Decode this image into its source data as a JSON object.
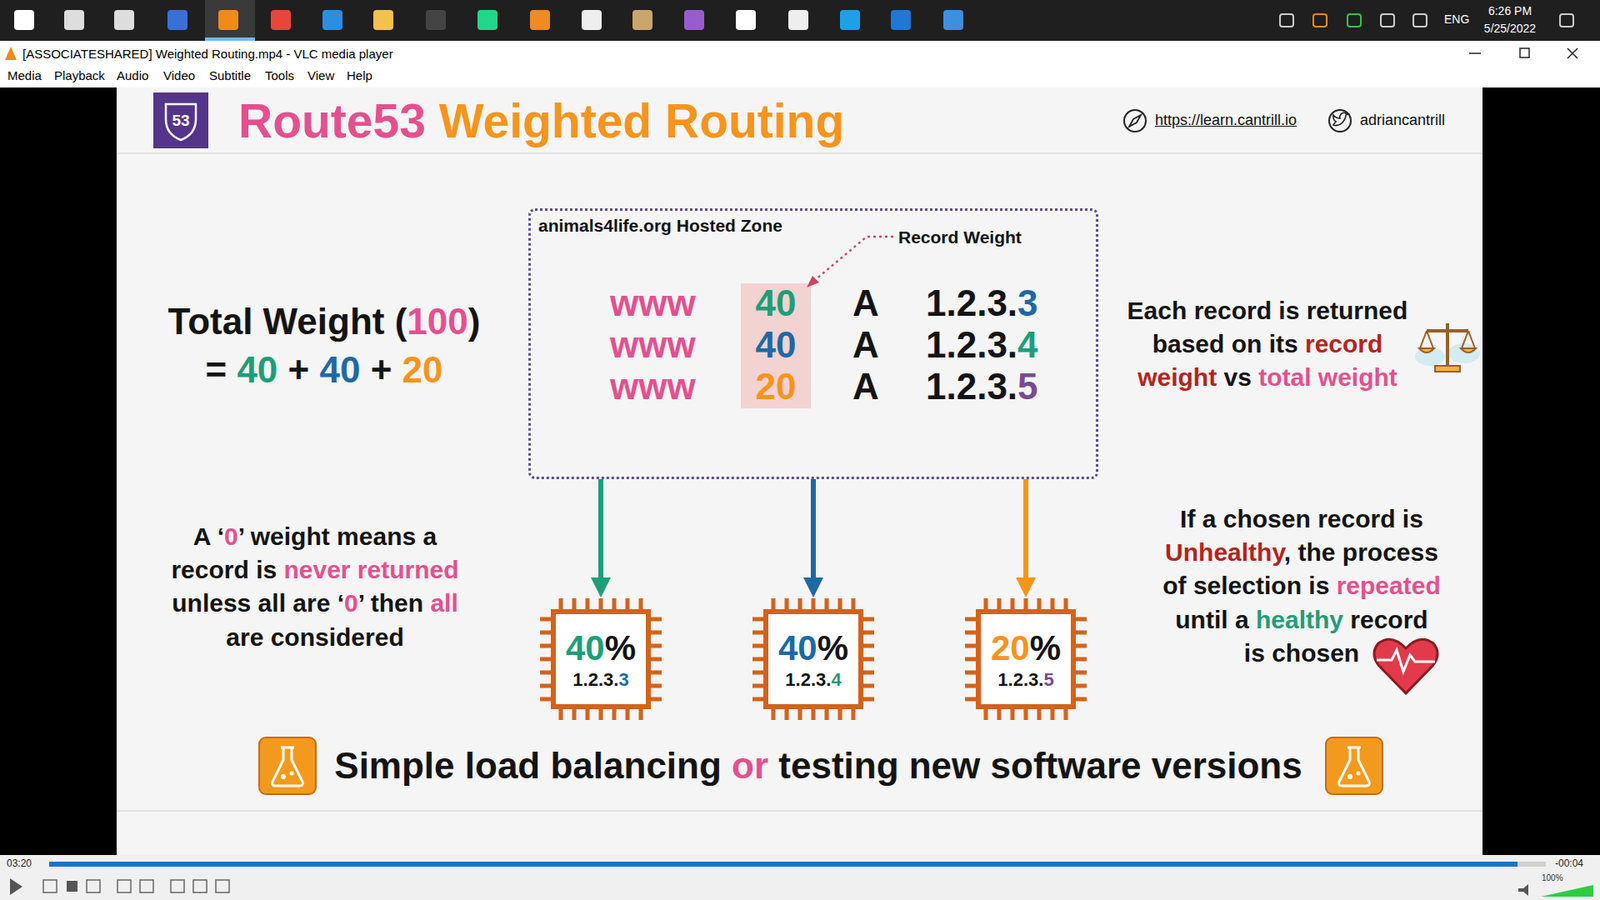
{
  "diagram": {
    "title": "Route53 Weighted Routing",
    "nodes": [
      {
        "text": [
          "animals4life.org Hosted Zone"
        ]
      },
      {
        "text": [
          "40%",
          "1.2.3.3"
        ]
      },
      {
        "text": [
          "40%",
          "1.2.3.4"
        ]
      },
      {
        "text": [
          "20%",
          "1.2.3.5"
        ]
      }
    ],
    "edges": [
      {
        "from": 0,
        "to": 1,
        "arrow": "to"
      },
      {
        "from": 0,
        "to": 2,
        "arrow": "to"
      },
      {
        "from": 0,
        "to": 3,
        "arrow": "to"
      }
    ],
    "labels": [
      "[ASSOCIATESHARED] Weighted Routing.mp4 - VLC media player",
      "Media",
      "Playback",
      "Audio",
      "Video",
      "Subtitle",
      "Tools",
      "View",
      "Help",
      "ENG",
      "6:26 PM",
      "5/25/2022",
      "53",
      "https://learn.cantrill.io",
      "adriancantrill",
      "Record Weight",
      "www",
      "40",
      "A",
      "1.2.3.3",
      "www",
      "40",
      "A",
      "1.2.3.4",
      "www",
      "20",
      "A",
      "1.2.3.5",
      "Total Weight (100)",
      "= 40 + 40 + 20",
      "Each record is returned based on its record weight vs total weight",
      "A ‘0’ weight means a record is never returned unless all are ‘0’ then all are considered",
      "If a chosen record is Unhealthy, the process of selection is repeated until a healthy record is chosen",
      "Simple load balancing or testing new software versions",
      "03:20",
      "-00:04",
      "100%"
    ]
  }
}
